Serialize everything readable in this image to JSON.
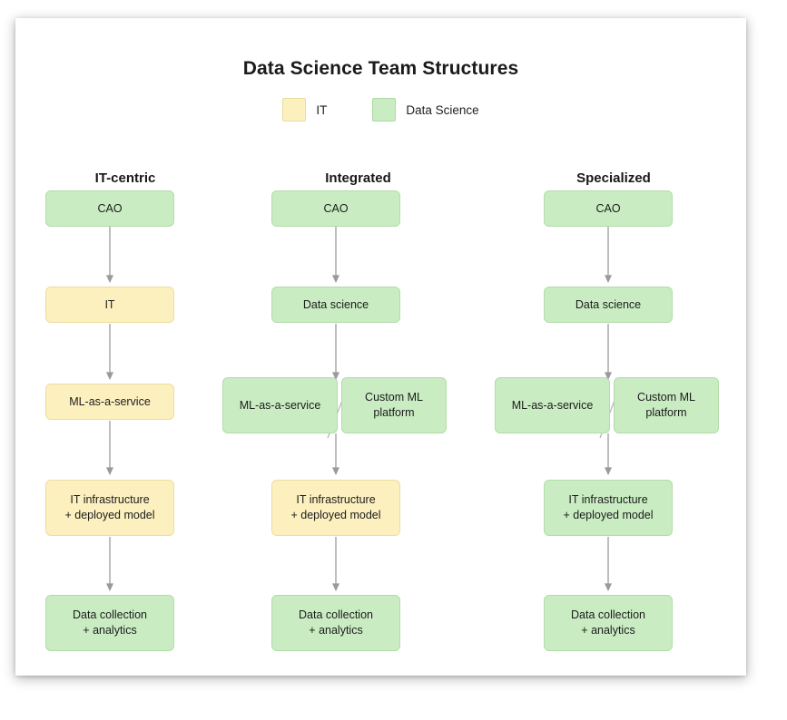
{
  "title": "Data Science Team Structures",
  "colors": {
    "it_fill": "#fdf0bf",
    "it_border": "#ebdda2",
    "ds_fill": "#c9ecc2",
    "ds_border": "#b2dca9",
    "arrow": "#9a9a9a",
    "text": "#1c1c1c",
    "card_background": "#ffffff"
  },
  "legend": {
    "items": [
      {
        "label": "IT",
        "type": "it",
        "swatch": "#fdf0bf"
      },
      {
        "label": "Data Science",
        "type": "ds",
        "swatch": "#c9ecc2"
      }
    ]
  },
  "columns": [
    {
      "header": "IT-centric",
      "nodes": [
        {
          "label": "CAO",
          "type": "ds"
        },
        {
          "label": "IT",
          "type": "it"
        },
        {
          "label": "ML-as-a-service",
          "type": "it"
        },
        {
          "label": "IT infrastructure\n+ deployed model",
          "type": "it"
        },
        {
          "label": "Data collection\n+ analytics",
          "type": "ds"
        }
      ]
    },
    {
      "header": "Integrated",
      "nodes": [
        {
          "label": "CAO",
          "type": "ds"
        },
        {
          "label": "Data science",
          "type": "ds"
        },
        {
          "label": "ML-as-a-service",
          "type": "ds"
        },
        {
          "label": "Custom ML\nplatform",
          "type": "ds"
        },
        {
          "label": "IT infrastructure\n+ deployed model",
          "type": "it"
        },
        {
          "label": "Data collection\n+ analytics",
          "type": "ds"
        }
      ]
    },
    {
      "header": "Specialized",
      "nodes": [
        {
          "label": "CAO",
          "type": "ds"
        },
        {
          "label": "Data science",
          "type": "ds"
        },
        {
          "label": "ML-as-a-service",
          "type": "ds"
        },
        {
          "label": "Custom ML\nplatform",
          "type": "ds"
        },
        {
          "label": "IT infrastructure\n+ deployed model",
          "type": "ds"
        },
        {
          "label": "Data collection\n+ analytics",
          "type": "ds"
        }
      ]
    }
  ],
  "nodes": {
    "c1_n0": "CAO",
    "c1_n1": "IT",
    "c1_n2": "ML-as-a-service",
    "c1_n3": "IT infrastructure\n+ deployed model",
    "c1_n4": "Data collection\n+ analytics",
    "c2_n0": "CAO",
    "c2_n1": "Data science",
    "c2_n2": "ML-as-a-service",
    "c2_n3": "Custom ML\nplatform",
    "c2_n4": "IT infrastructure\n+ deployed model",
    "c2_n5": "Data collection\n+ analytics",
    "c3_n0": "CAO",
    "c3_n1": "Data science",
    "c3_n2": "ML-as-a-service",
    "c3_n3": "Custom ML\nplatform",
    "c3_n4": "IT infrastructure\n+ deployed model",
    "c3_n5": "Data collection\n+ analytics"
  },
  "headers": {
    "col1": "IT-centric",
    "col2": "Integrated",
    "col3": "Specialized"
  }
}
